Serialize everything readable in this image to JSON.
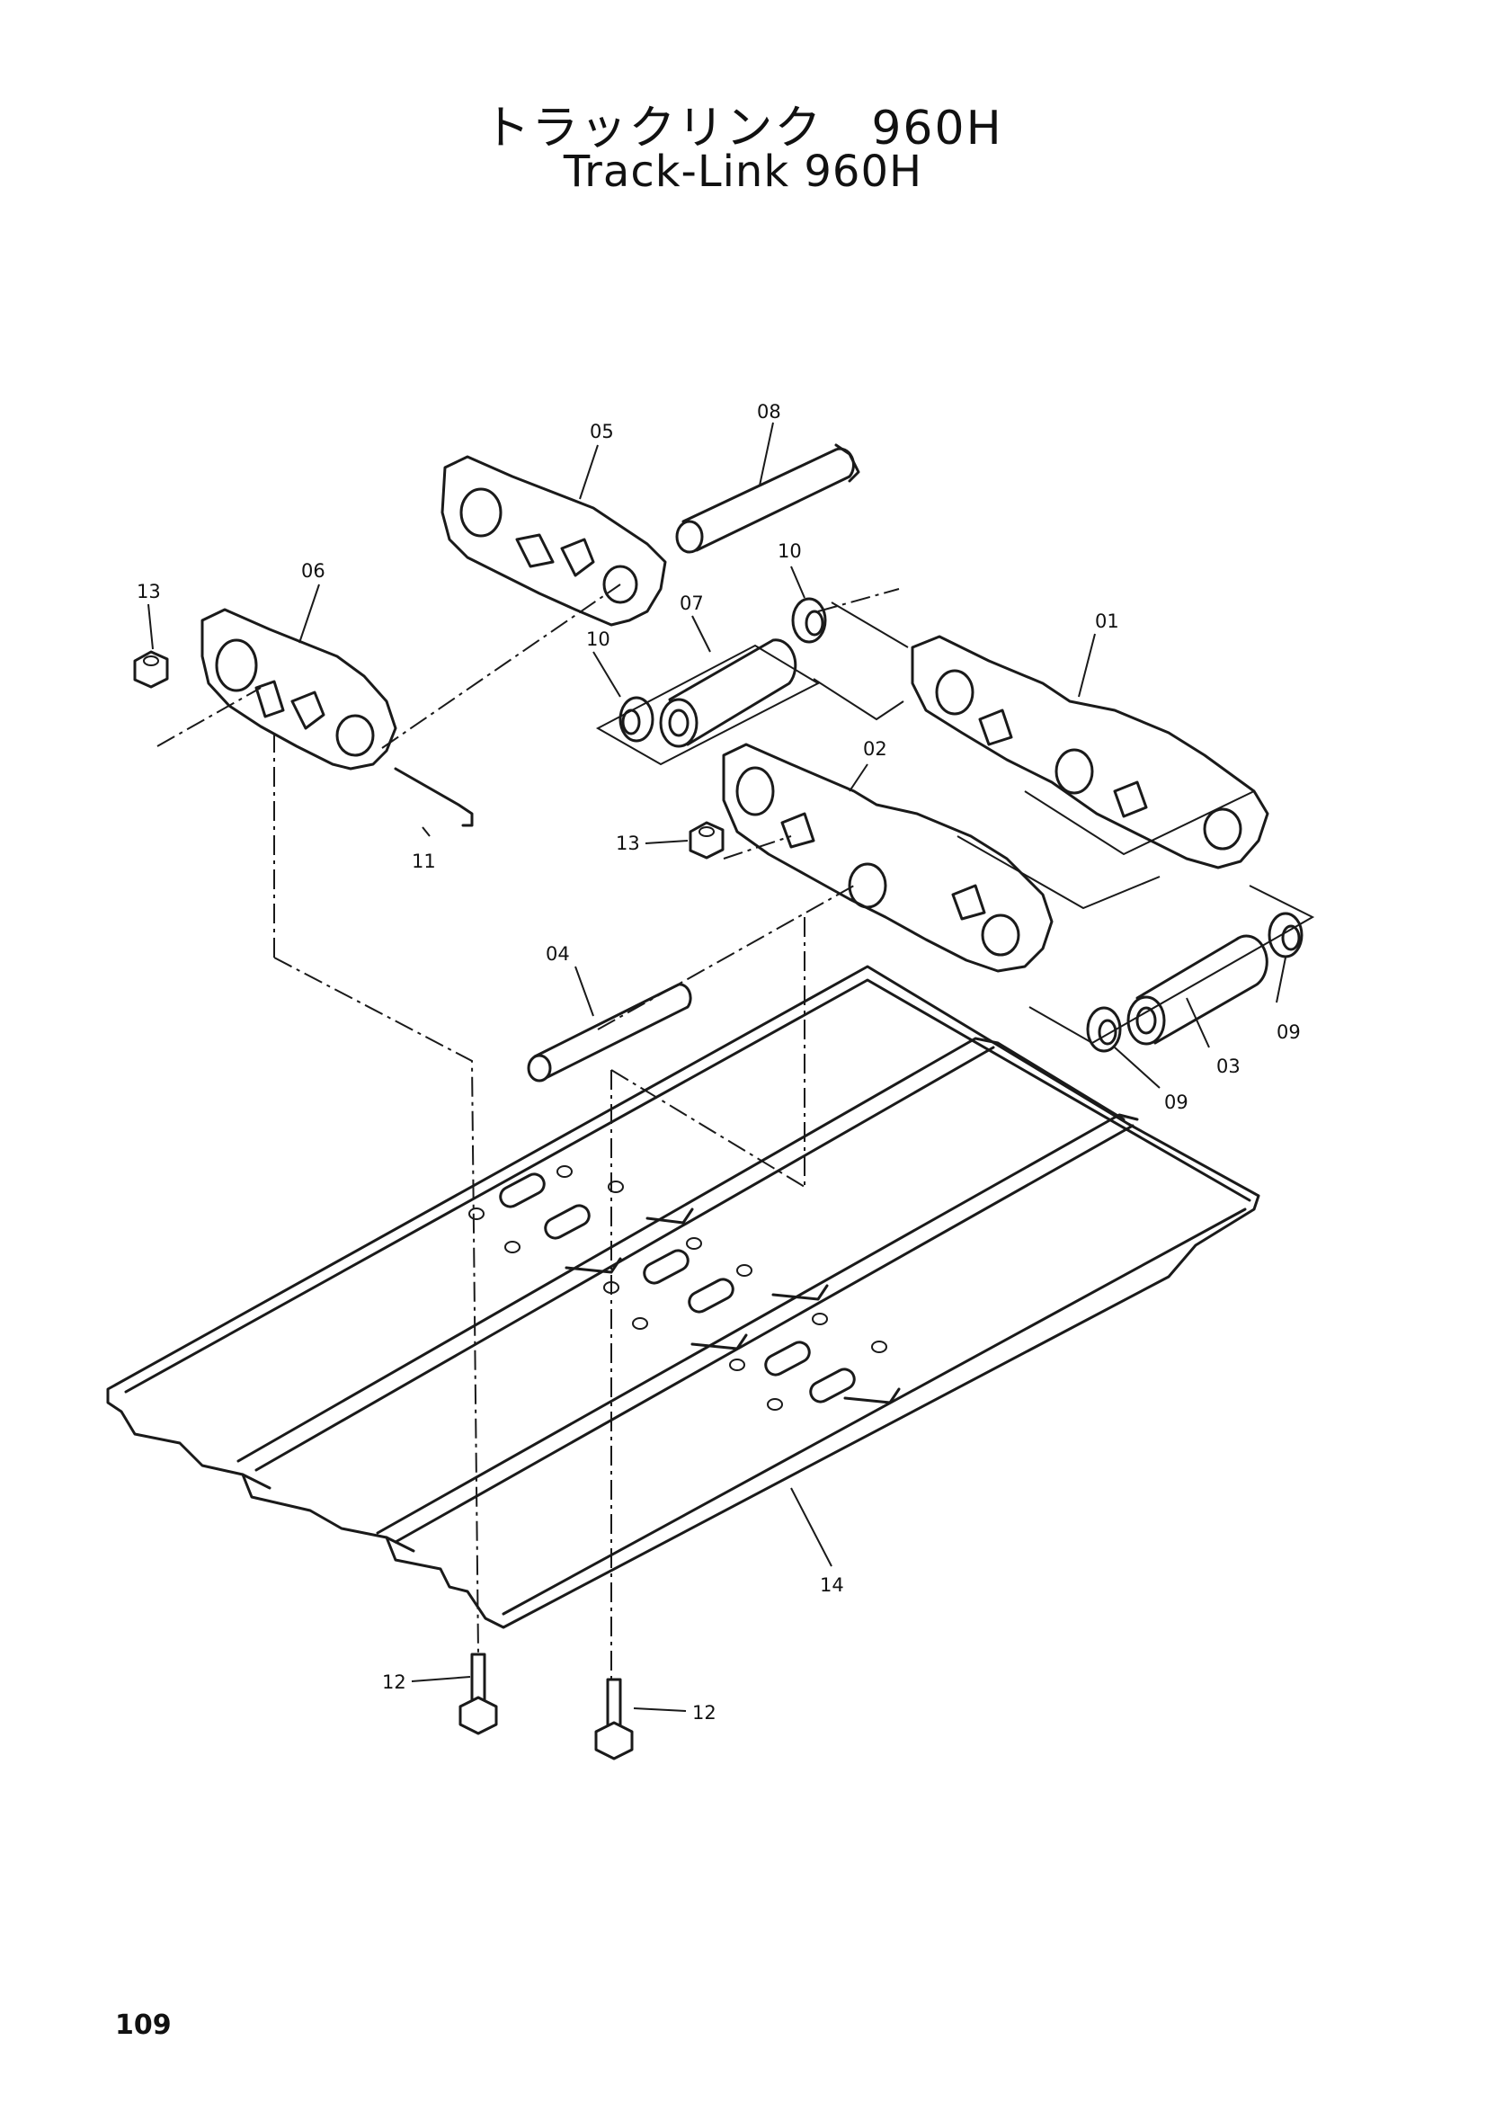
{
  "title": {
    "japanese": "トラックリンク　960H",
    "english": "Track-Link 960H"
  },
  "page_number": "109",
  "callouts": {
    "c01": "01",
    "c02": "02",
    "c03": "03",
    "c04": "04",
    "c05": "05",
    "c06": "06",
    "c07": "07",
    "c08": "08",
    "c09a": "09",
    "c09b": "09",
    "c10a": "10",
    "c10b": "10",
    "c11": "11",
    "c12a": "12",
    "c12b": "12",
    "c13a": "13",
    "c13b": "13",
    "c14": "14"
  }
}
